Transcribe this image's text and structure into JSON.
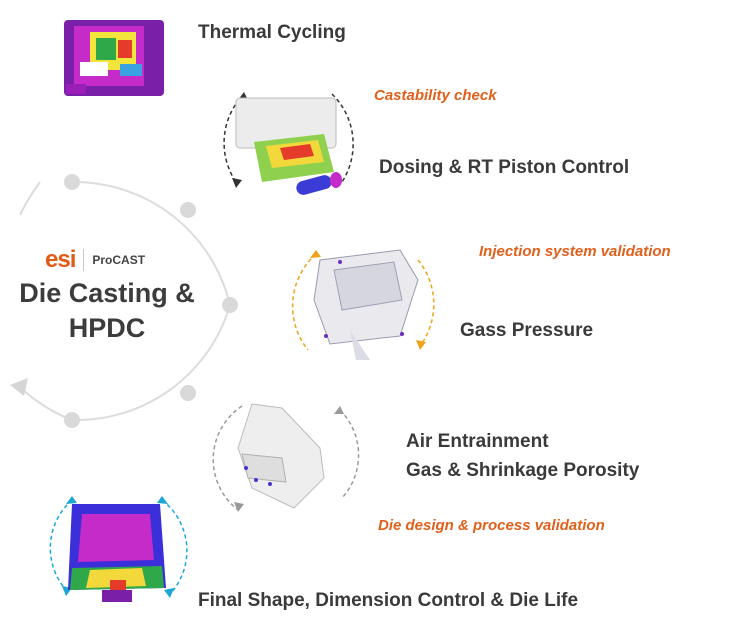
{
  "center": {
    "logo_brand": "esi",
    "logo_product": "ProCAST",
    "title_line1": "Die Casting &",
    "title_line2": "HPDC"
  },
  "steps": [
    {
      "label": "Thermal Cycling"
    },
    {
      "label": "Dosing & RT Piston Control",
      "note": "Castability check"
    },
    {
      "label": "Gass Pressure",
      "note": "Injection system validation"
    },
    {
      "label_line1": "Air Entrainment",
      "label_line2": "Gas  & Shrinkage Porosity",
      "note": "Die design & process validation"
    },
    {
      "label": "Final Shape, Dimension Control & Die Life"
    }
  ],
  "colors": {
    "accent": "#e0601c",
    "text": "#3a3a3a",
    "cycle": "#d9d9d9",
    "orange_arrow": "#f0a21a",
    "blue_arrow": "#1aa6d6"
  }
}
